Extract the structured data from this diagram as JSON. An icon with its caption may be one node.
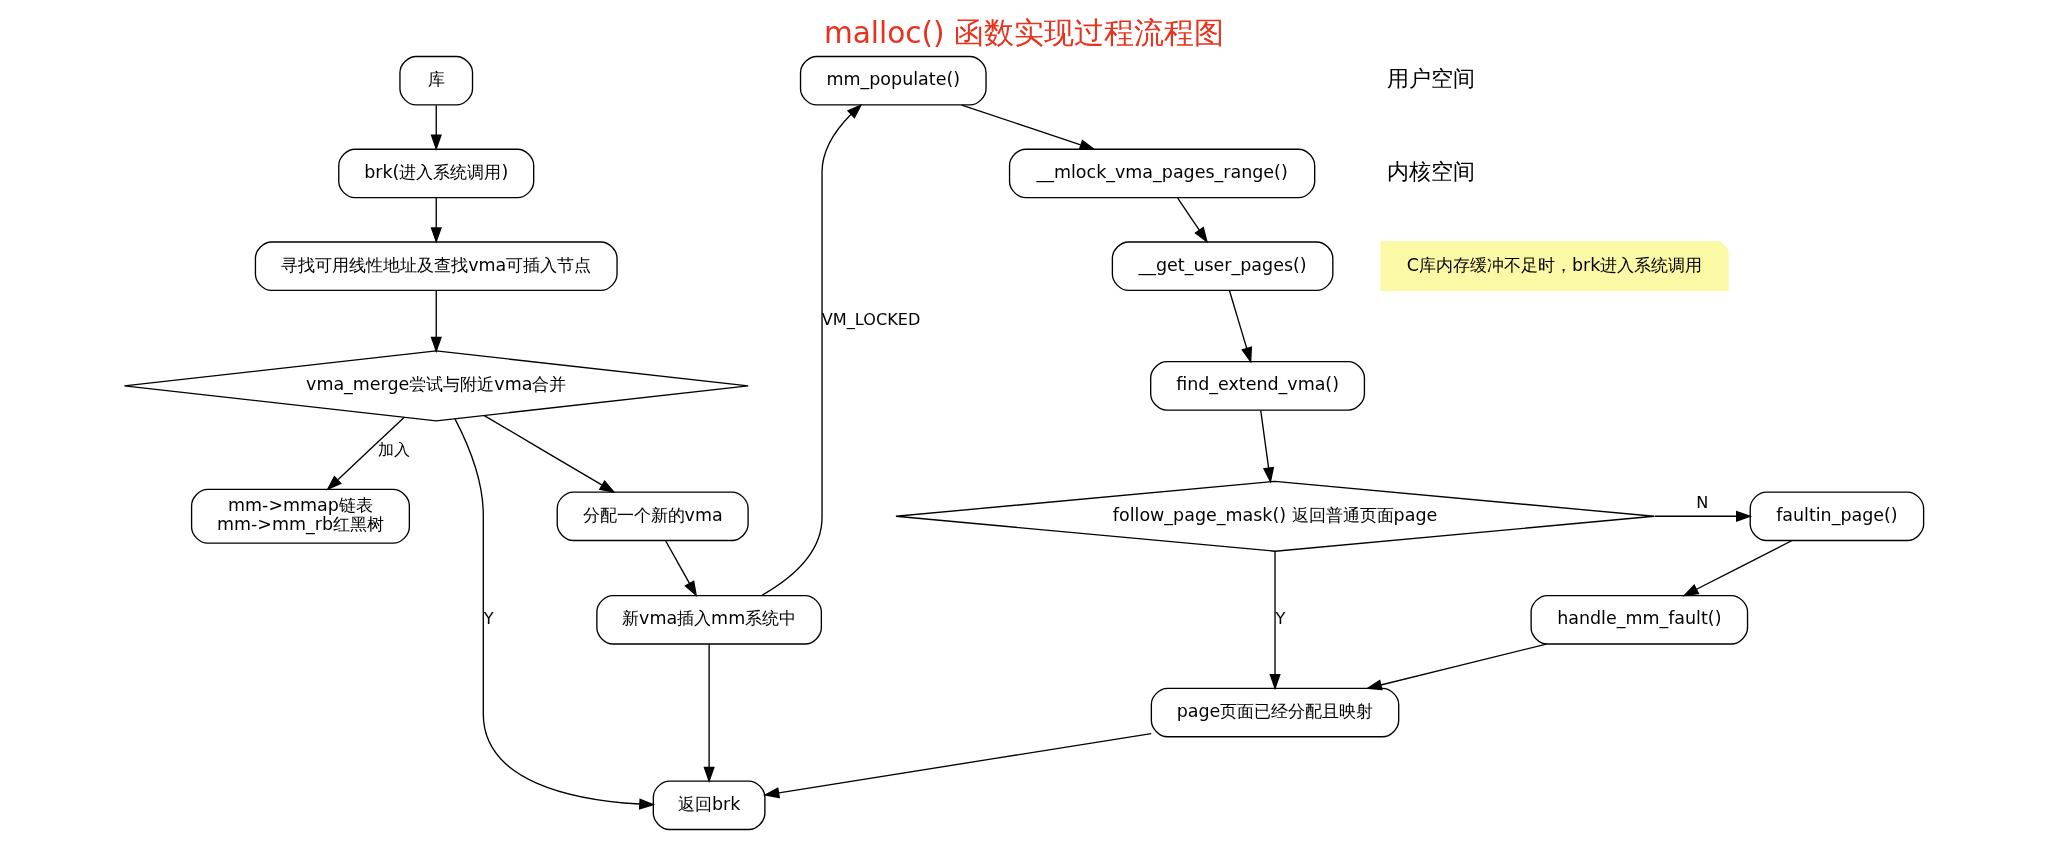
{
  "diagram": {
    "title": "malloc() 函数实现过程流程图",
    "nodes": [
      {
        "text": [
          "库"
        ]
      },
      {
        "text": [
          "brk(进入系统调用)"
        ]
      },
      {
        "text": [
          "寻找可用线性地址及查找vma可插入节点"
        ]
      },
      {
        "text": [
          "vma_merge尝试与附近vma合并"
        ]
      },
      {
        "text": [
          "分配一个新的vma"
        ]
      },
      {
        "text": [
          "新vma插入mm系统中"
        ]
      },
      {
        "text": [
          "返回brk"
        ]
      },
      {
        "text": [
          "mm->mmap链表",
          "mm->mm_rb红黑树"
        ]
      },
      {
        "text": [
          "C库内存缓冲不足时，brk进入系统调用"
        ]
      },
      {
        "text": [
          "mm_populate()"
        ]
      },
      {
        "text": [
          "__mlock_vma_pages_range()"
        ]
      },
      {
        "text": [
          "__get_user_pages()"
        ]
      },
      {
        "text": [
          "find_extend_vma()"
        ]
      },
      {
        "text": [
          "follow_page_mask() 返回普通页面page"
        ]
      },
      {
        "text": [
          "faultin_page()"
        ]
      },
      {
        "text": [
          "handle_mm_fault()"
        ]
      },
      {
        "text": [
          "page页面已经分配且映射"
        ]
      }
    ],
    "edges": [
      {
        "from": 0,
        "to": 1,
        "arrow": "to"
      },
      {
        "from": 1,
        "to": 2,
        "arrow": "to"
      },
      {
        "from": 2,
        "to": 3,
        "arrow": "to"
      },
      {
        "from": 3,
        "to": 4,
        "arrow": "to"
      },
      {
        "from": 4,
        "to": 5,
        "arrow": "to"
      },
      {
        "from": 5,
        "to": 6,
        "arrow": "to"
      },
      {
        "from": 3,
        "to": 6,
        "arrow": "to",
        "label": "Y"
      },
      {
        "from": 3,
        "to": 7,
        "arrow": "to",
        "label": "加入"
      },
      {
        "from": 5,
        "to": 9,
        "arrow": "to",
        "label": "VM_LOCKED"
      },
      {
        "from": 9,
        "to": 10,
        "arrow": "to"
      },
      {
        "from": 10,
        "to": 11,
        "arrow": "to"
      },
      {
        "from": 11,
        "to": 12,
        "arrow": "to"
      },
      {
        "from": 12,
        "to": 13,
        "arrow": "to"
      },
      {
        "from": 13,
        "to": 14,
        "arrow": "to",
        "label": "N"
      },
      {
        "from": 13,
        "to": 16,
        "arrow": "to",
        "label": "Y"
      },
      {
        "from": 14,
        "to": 15,
        "arrow": "to"
      },
      {
        "from": 15,
        "to": 16,
        "arrow": "to"
      },
      {
        "from": 16,
        "to": 6,
        "arrow": "to"
      }
    ],
    "labels": [
      "用户空间",
      "内核空间"
    ]
  }
}
